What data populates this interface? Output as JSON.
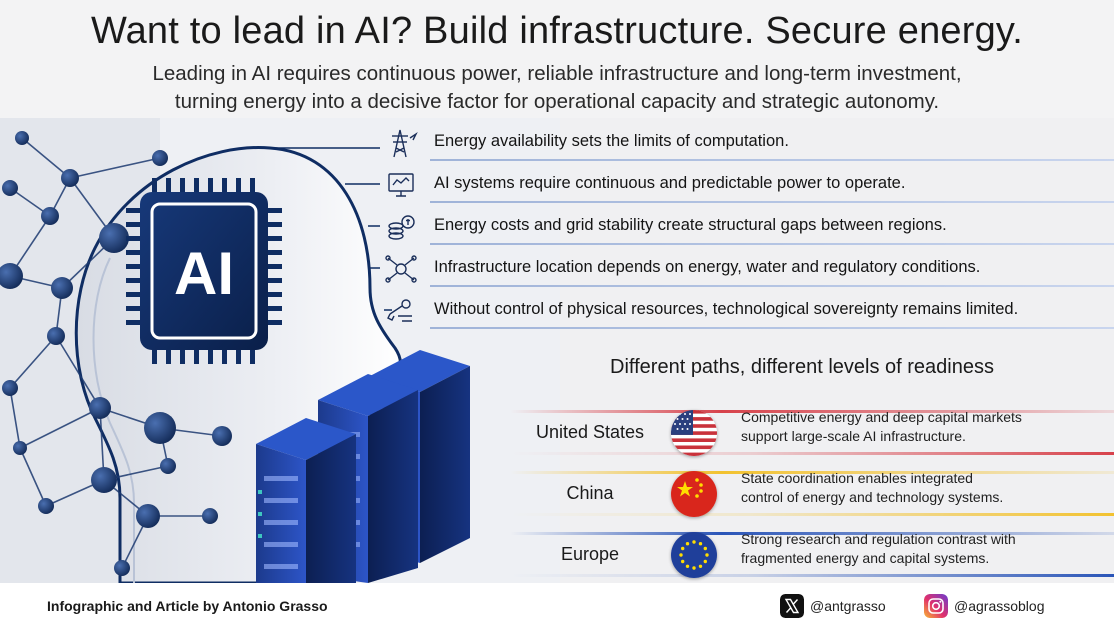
{
  "header": {
    "title": "Want to lead in AI? Build infrastructure. Secure energy.",
    "subtitle_line1": "Leading in AI requires continuous power, reliable infrastructure and long-term investment,",
    "subtitle_line2": "turning energy into a decisive factor for operational capacity and strategic autonomy."
  },
  "illustration": {
    "chip_label": "AI",
    "colors": {
      "navy": "#0f2d63",
      "blue": "#2b57c9",
      "node": "#1e3f78"
    }
  },
  "facts": [
    {
      "icon": "power-tower-icon",
      "text": "Energy availability sets the limits of computation."
    },
    {
      "icon": "monitor-icon",
      "text": "AI systems require continuous and predictable power to operate."
    },
    {
      "icon": "coins-icon",
      "text": "Energy costs and grid stability create structural gaps between regions."
    },
    {
      "icon": "network-icon",
      "text": "Infrastructure location depends on energy, water and regulatory conditions."
    },
    {
      "icon": "wrench-icon",
      "text": "Without control of physical resources, technological sovereignty remains limited."
    }
  ],
  "paths": {
    "title": "Different paths, different levels of readiness",
    "regions": [
      {
        "name": "United States",
        "line1": "Competitive energy and deep capital markets",
        "line2": "support large-scale AI infrastructure.",
        "accent": "#d7424b"
      },
      {
        "name": "China",
        "line1": "State coordination enables integrated",
        "line2": "control of energy and technology systems.",
        "accent": "#f2c230"
      },
      {
        "name": "Europe",
        "line1": "Strong research and regulation contrast with",
        "line2": "fragmented energy and capital systems.",
        "accent": "#2a55b8"
      }
    ]
  },
  "footer": {
    "credit": "Infographic and Article by Antonio Grasso",
    "x_handle": "@antgrasso",
    "instagram_handle": "@agrassoblog"
  }
}
